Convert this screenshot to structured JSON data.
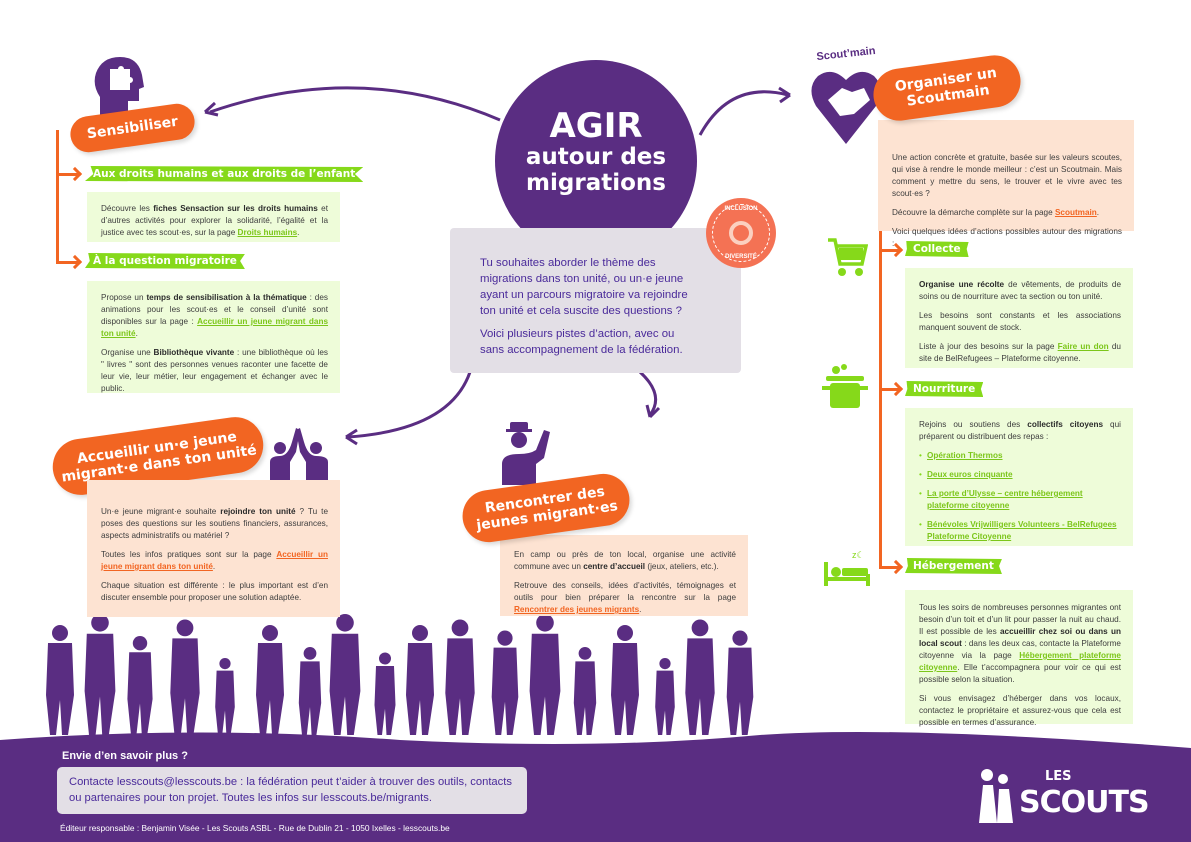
{
  "colors": {
    "purple": "#5a2d82",
    "orange": "#f26522",
    "green": "#86d91a",
    "green_box": "#eefcd9",
    "peach_box": "#fde3d2",
    "gray_box": "#e3dfe6"
  },
  "center": {
    "title_line1": "AGIR",
    "title_line2": "autour des",
    "title_line3": "migrations",
    "intro": "Tu souhaites aborder le thème des migrations dans ton unité, ou un·e jeune ayant un parcours migratoire va rejoindre ton unité et cela suscite des questions ?",
    "intro2": "Voici plusieurs pistes d’action, avec ou sans accompagnement de la fédération.",
    "badge_top": "INCLUSION",
    "badge_bottom": "DIVERSITÉ"
  },
  "sensibiliser": {
    "title": "Sensibiliser",
    "sub1": {
      "tag": "Aux droits humains et aux droits de l’enfant",
      "paras": [
        [
          {
            "t": "Découvre les "
          },
          {
            "t": "fiches Sensaction sur les droits humains",
            "s": "b"
          },
          {
            "t": " et d’autres activités pour explorer la solidarité, l’égalité et la justice avec tes scout·es, sur la page "
          },
          {
            "t": "Droits humains",
            "s": "l"
          },
          {
            "t": "."
          }
        ]
      ]
    },
    "sub2": {
      "tag": "À la question migratoire",
      "paras": [
        [
          {
            "t": "Propose un "
          },
          {
            "t": "temps de sensibilisation à la thématique",
            "s": "b"
          },
          {
            "t": " : des animations pour les scout·es et le conseil d’unité sont disponibles sur la page : "
          },
          {
            "t": "Accueillir un jeune migrant dans ton unité",
            "s": "l"
          },
          {
            "t": "."
          }
        ],
        [
          {
            "t": "Organise une "
          },
          {
            "t": "Bibliothèque vivante",
            "s": "b"
          },
          {
            "t": " : une bibliothèque où les \" livres \" sont des personnes venues raconter une facette de leur vie, leur métier, leur engagement et échanger avec le public."
          }
        ]
      ]
    }
  },
  "accueillir": {
    "title_line1": "Accueillir un·e jeune",
    "title_line2": "migrant·e dans ton unité",
    "paras": [
      [
        {
          "t": "Un·e jeune migrant·e souhaite "
        },
        {
          "t": "rejoindre ton unité",
          "s": "b"
        },
        {
          "t": " ? Tu te poses des questions sur les soutiens financiers, assurances, aspects administratifs ou matériel ?"
        }
      ],
      [
        {
          "t": "Toutes les infos pratiques sont sur la page "
        },
        {
          "t": "Accueillir un jeune migrant dans ton unité",
          "s": "l"
        },
        {
          "t": "."
        }
      ],
      [
        {
          "t": "Chaque situation est différente : le plus important est d’en discuter ensemble pour proposer une solution adaptée."
        }
      ]
    ]
  },
  "rencontrer": {
    "title_line1": "Rencontrer des",
    "title_line2": "jeunes migrant·es",
    "paras": [
      [
        {
          "t": "En camp ou près de ton local, organise une activité commune avec un "
        },
        {
          "t": "centre d’accueil",
          "s": "b"
        },
        {
          "t": " (jeux, ateliers, etc.)."
        }
      ],
      [
        {
          "t": "Retrouve des conseils, idées d’activités, témoignages et outils pour bien préparer la rencontre sur la page "
        },
        {
          "t": "Rencontrer des jeunes migrants",
          "s": "l"
        },
        {
          "t": "."
        }
      ]
    ]
  },
  "scoutmain": {
    "logo_text": "Scout’main",
    "title_line1": "Organiser un",
    "title_line2": "Scoutmain",
    "paras": [
      [
        {
          "t": "Une action concrète et gratuite, basée sur les valeurs scoutes, qui vise à rendre le monde meilleur : c’est un Scoutmain. Mais comment y mettre du sens, le trouver et le vivre avec tes scout·es ?"
        }
      ],
      [
        {
          "t": "Découvre la démarche complète sur la page "
        },
        {
          "t": "Scoutmain",
          "s": "l"
        },
        {
          "t": "."
        }
      ],
      [
        {
          "t": "Voici quelques idées d’actions possibles autour des migrations :"
        }
      ]
    ],
    "collecte": {
      "tag": "Collecte",
      "icon": "shopping-cart-icon",
      "paras": [
        [
          {
            "t": "Organise une récolte",
            "s": "b"
          },
          {
            "t": " de vêtements, de produits de soins ou de nourriture avec ta section ou ton unité."
          }
        ],
        [
          {
            "t": "Les besoins sont constants et les associations manquent souvent de stock."
          }
        ],
        [
          {
            "t": "Liste à jour des besoins sur la page "
          },
          {
            "t": "Faire un don",
            "s": "l"
          },
          {
            "t": " du site de BelRefugees – Plateforme citoyenne."
          }
        ]
      ]
    },
    "nourriture": {
      "tag": "Nourriture",
      "icon": "cooking-pot-icon",
      "paras": [
        [
          {
            "t": "Rejoins ou soutiens des "
          },
          {
            "t": "collectifs citoyens",
            "s": "b"
          },
          {
            "t": " qui préparent ou distribuent des repas :"
          }
        ]
      ],
      "links": [
        [
          {
            "t": "Opération Thermos",
            "s": "l"
          }
        ],
        [
          {
            "t": "Deux euros cinquante",
            "s": "l"
          }
        ],
        [
          {
            "t": "La porte d’Ulysse – centre hébergement plateforme citoyenne",
            "s": "l"
          }
        ],
        [
          {
            "t": "Bénévoles Vrijwilligers Volunteers - BelRefugees Plateforme Citoyenne",
            "s": "l"
          }
        ]
      ]
    },
    "hebergement": {
      "tag": "Hébergement",
      "icon": "bed-icon",
      "paras": [
        [
          {
            "t": "Tous les soirs de nombreuses personnes migrantes ont besoin d’un toit et d’un lit pour passer la nuit au chaud. Il est possible de les "
          },
          {
            "t": "accueillir chez soi ou dans un local scout",
            "s": "b"
          },
          {
            "t": " : dans les deux cas, contacte la Plateforme citoyenne via la page "
          },
          {
            "t": "Hébergement plateforme citoyenne",
            "s": "l"
          },
          {
            "t": ". Elle t’accompagnera pour voir ce qui est possible selon la situation."
          }
        ],
        [
          {
            "t": "Si vous envisagez d’héberger dans vos locaux, contactez le propriétaire et assurez-vous que cela est possible en termes d’assurance."
          }
        ]
      ]
    }
  },
  "footer": {
    "heading": "Envie d’en savoir plus ?",
    "contact": [
      [
        {
          "t": "Contacte "
        },
        {
          "t": "lesscouts@lesscouts.be",
          "s": "l"
        },
        {
          "t": " : la fédération peut t’aider à trouver des outils, contacts ou partenaires pour ton projet. Toutes les infos sur "
        },
        {
          "t": "lesscouts.be/migrants",
          "s": "l"
        },
        {
          "t": "."
        }
      ]
    ],
    "publisher": "Éditeur responsable : Benjamin Visée - Les Scouts ASBL - Rue de Dublin 21 - 1050 Ixelles - lesscouts.be",
    "logo_line1": "LES",
    "logo_line2": "SCOUTS"
  }
}
